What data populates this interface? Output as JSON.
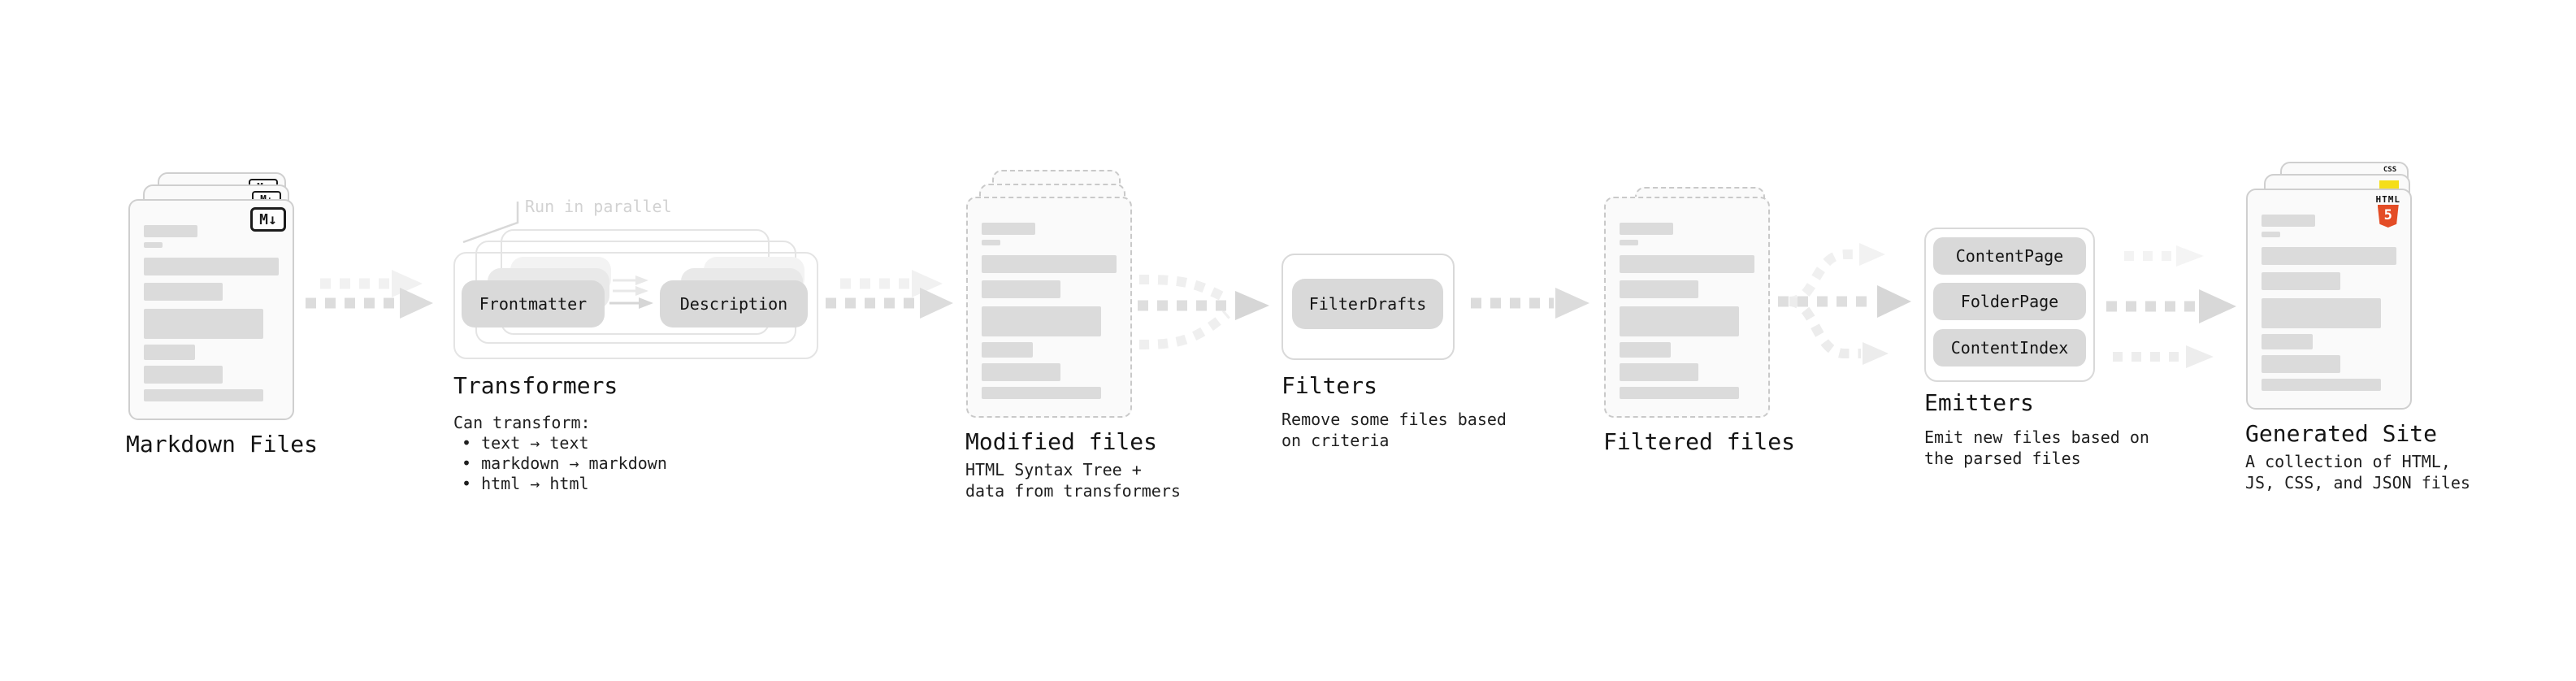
{
  "stages": {
    "markdown_files": {
      "label": "Markdown Files",
      "badge": "M↓"
    },
    "transformers": {
      "note": "Run in parallel",
      "pill_from": "Frontmatter",
      "pill_to": "Description",
      "heading": "Transformers",
      "body_title": "Can transform:",
      "bullets": [
        "• text → text",
        "• markdown → markdown",
        "• html → html"
      ]
    },
    "modified_files": {
      "label": "Modified files",
      "desc_line1": "HTML Syntax Tree +",
      "desc_line2": "data from transformers"
    },
    "filters": {
      "pill": "FilterDrafts",
      "heading": "Filters",
      "desc_line1": "Remove some files based",
      "desc_line2": "on criteria"
    },
    "filtered_files": {
      "label": "Filtered files"
    },
    "emitters": {
      "pills": [
        "ContentPage",
        "FolderPage",
        "ContentIndex"
      ],
      "heading": "Emitters",
      "desc_line1": "Emit new files based on",
      "desc_line2": "the parsed files"
    },
    "generated_site": {
      "label": "Generated Site",
      "desc_line1": "A collection of HTML,",
      "desc_line2": "JS, CSS, and JSON files",
      "html5_word": "HTML",
      "html5_number": "5",
      "css_word": "CSS"
    }
  },
  "colors": {
    "bar_gray": "#dbdbdb",
    "pill_gray": "#d9d9d9",
    "arrow_gray": "#dcdcdc",
    "arrow_light": "#f1f1f1",
    "html5_orange": "#e44d26",
    "js_yellow": "#f5de19",
    "css_blue": "#2f6df6",
    "note_gray": "#d2d2d2"
  }
}
